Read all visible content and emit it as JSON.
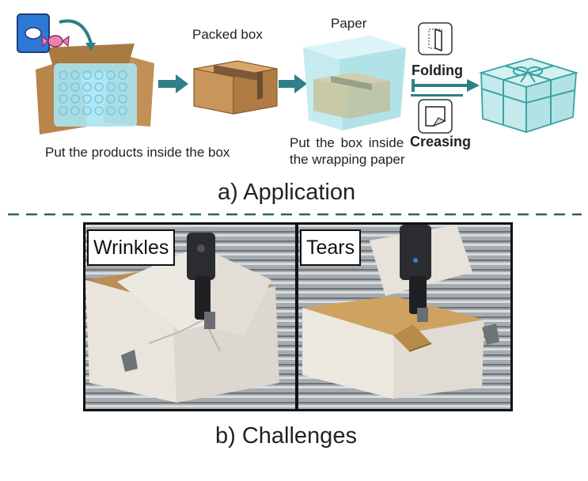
{
  "application": {
    "packed_box_label": "Packed box",
    "paper_label": "Paper",
    "folding_label": "Folding",
    "creasing_label": "Creasing",
    "step1_caption": "Put the products inside the box",
    "step2_caption_line1": "Put the box inside",
    "step2_caption_line2": "the wrapping paper",
    "section_caption": "a) Application"
  },
  "challenges": {
    "wrinkles_label": "Wrinkles",
    "tears_label": "Tears",
    "section_caption": "b) Challenges"
  },
  "colors": {
    "arrow": "#2f7f86",
    "divider": "#2f5f5f",
    "box_brown": "#c9955b",
    "paper_cyan": "#bfe9ee",
    "gift_teal": "#3aa3a6"
  }
}
